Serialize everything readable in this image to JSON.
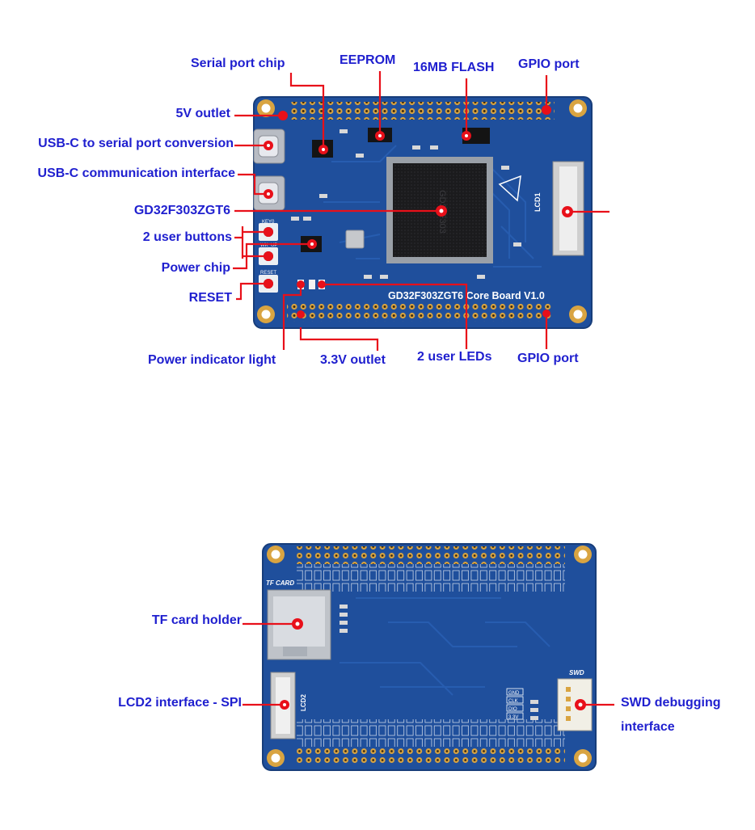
{
  "colors": {
    "label": "#1f1fcf",
    "leader": "#e8101a",
    "board": "#1f4f9c",
    "silkscreen": "#ffffff",
    "pad": "#d9a441"
  },
  "top_board": {
    "silk_title": "GD32F303ZGT6 Core Board V1.0",
    "silk_lcd": "LCD1",
    "silk_keys": [
      "KEY0",
      "WK_UP",
      "RESET"
    ],
    "labels": {
      "serial_port_chip": "Serial port chip",
      "eeprom": "EEPROM",
      "flash": "16MB FLASH",
      "gpio_top": "GPIO port",
      "outlet_5v": "5V outlet",
      "usb_serial": "USB-C to serial port conversion",
      "usb_comm": "USB-C communication interface",
      "mcu": "GD32F303ZGT6",
      "user_buttons": "2 user buttons",
      "power_chip": "Power chip",
      "reset": "RESET",
      "power_led": "Power indicator light",
      "outlet_3v3": "3.3V outlet",
      "user_leds": "2 user LEDs",
      "gpio_bottom": "GPIO port"
    }
  },
  "bottom_board": {
    "silk_tf": "TF CARD",
    "silk_swd": "SWD",
    "silk_lcd2": "LCD2",
    "silk_swd_pins": [
      "GND",
      "CLK",
      "DIO",
      "3.3V"
    ],
    "labels": {
      "tf_card": "TF card holder",
      "lcd2": "LCD2 interface - SPI",
      "swd_line1": "SWD debugging",
      "swd_line2": "interface"
    }
  }
}
